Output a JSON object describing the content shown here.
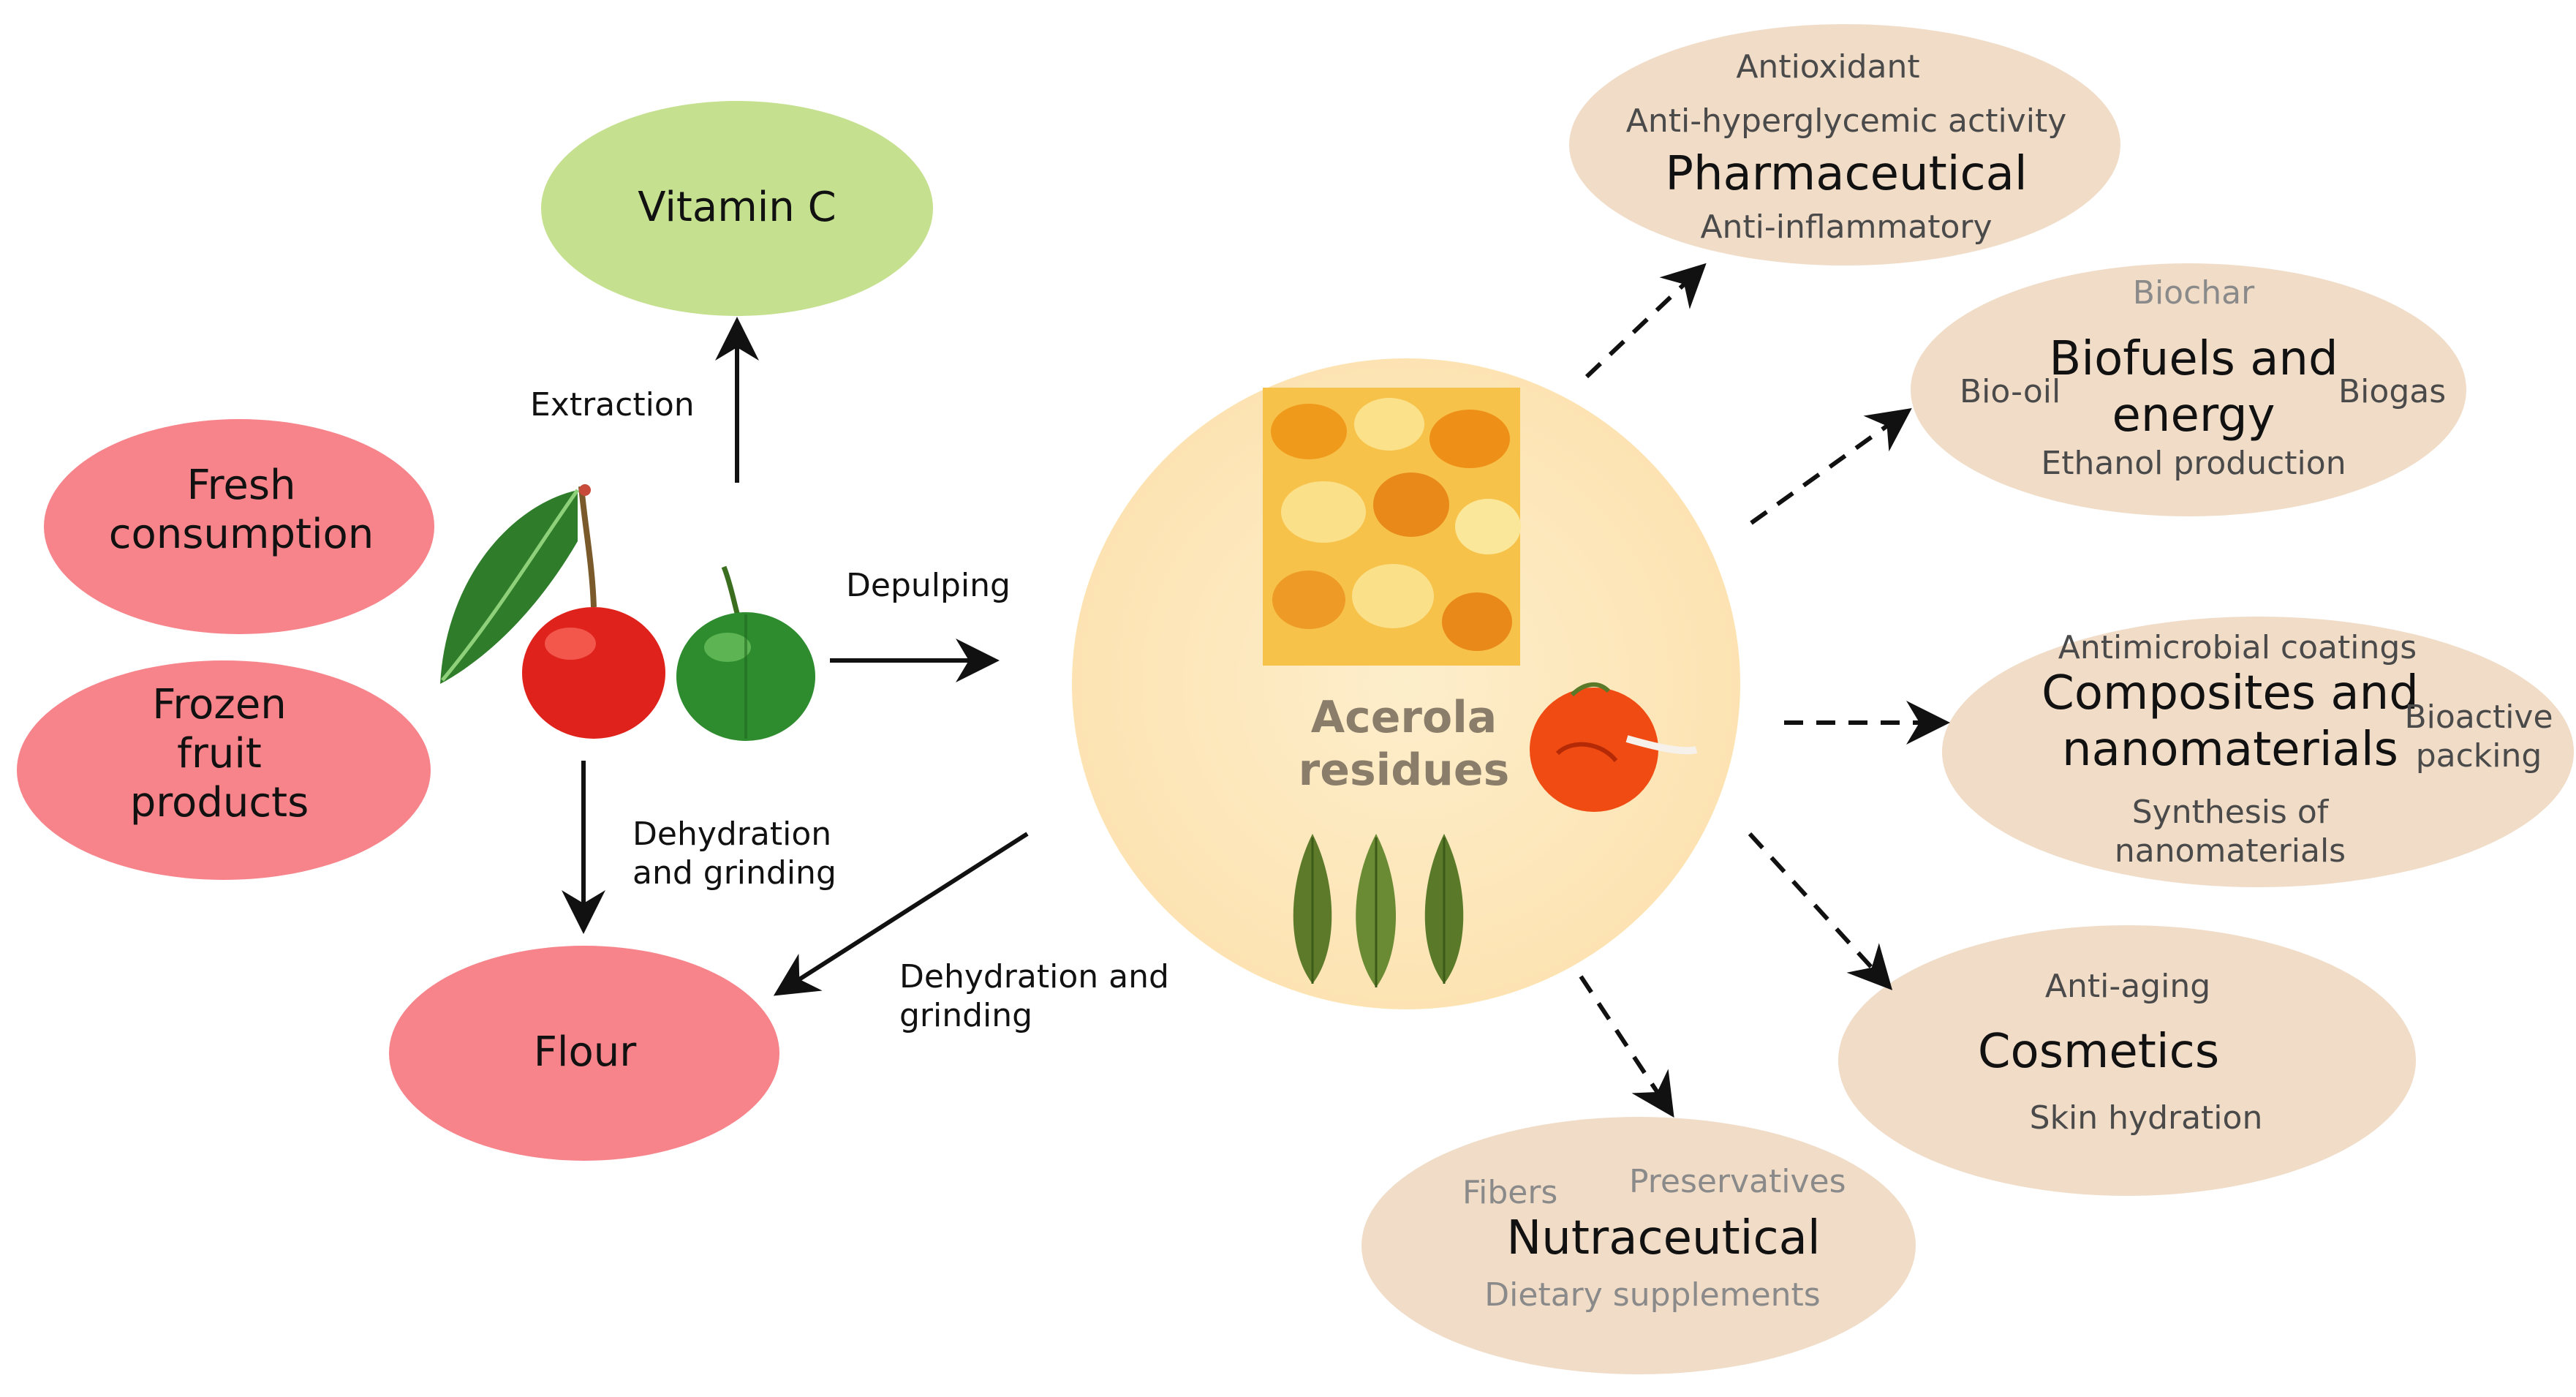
{
  "colors": {
    "uses_fill": "#f7848a",
    "vitamin_fill": "#c5e08e",
    "residue_fill": "#fde6b8",
    "application_fill": "#f0dcc7",
    "solid_arrow": "#111111",
    "dashed_arrow": "#111111",
    "residue_text": "#8a7d6a"
  },
  "fruit_uses": {
    "fresh": [
      "Fresh",
      "consumption"
    ],
    "frozen": [
      "Frozen",
      "fruit",
      "products"
    ],
    "flour": "Flour",
    "vitamin": "Vitamin C"
  },
  "process_labels": {
    "extraction": "Extraction",
    "depulping": "Depulping",
    "dehydration_left": [
      "Dehydration",
      "and grinding"
    ],
    "dehydration_right": [
      "Dehydration and",
      "grinding"
    ]
  },
  "residues": {
    "title": [
      "Acerola",
      "residues"
    ]
  },
  "applications": {
    "pharmaceutical": {
      "title": "Pharmaceutical",
      "items": [
        "Antioxidant",
        "Anti-hyperglycemic activity",
        "Anti-inflammatory"
      ]
    },
    "biofuels": {
      "title": [
        "Biofuels and",
        "energy"
      ],
      "items": [
        "Biochar",
        "Bio-oil",
        "Biogas",
        "Ethanol production"
      ]
    },
    "composites": {
      "title": [
        "Composites and",
        "nanomaterials"
      ],
      "items": [
        "Antimicrobial coatings",
        "Bioactive",
        "packing",
        "Synthesis of",
        "nanomaterials"
      ]
    },
    "cosmetics": {
      "title": "Cosmetics",
      "items": [
        "Anti-aging",
        "Skin hydration"
      ]
    },
    "nutraceutical": {
      "title": "Nutraceutical",
      "items": [
        "Fibers",
        "Preservatives",
        "Dietary supplements"
      ]
    }
  }
}
